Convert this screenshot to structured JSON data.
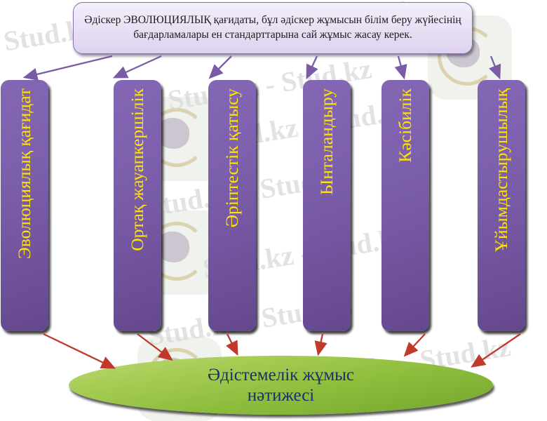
{
  "header": {
    "text": "Әдіскер ЭВОЛЮЦИЯЛЫҚ қағидаты, бұл әдіскер жұмысын білім беру жүйесінің бағдарламалары ен стандарттарына сай жұмыс жасау керек."
  },
  "principles": [
    {
      "label": "Эволюциялық қағидат"
    },
    {
      "label": "Ортақ жауапкершілік"
    },
    {
      "label": "Әріптестік қатысу"
    },
    {
      "label": "Ынталандыру"
    },
    {
      "label": "Кәсібилік"
    },
    {
      "label": "Ұйымдастырушылық"
    }
  ],
  "result": {
    "line1": "Әдістемелік жұмыс",
    "line2": "нәтижесі"
  },
  "watermark": {
    "text": "Stud.kz - Stud.kz",
    "short": "Stud.kz"
  },
  "colors": {
    "box_purple": "#7d60ad",
    "box_purple_dark": "#64488d",
    "label_yellow": "#ffe400",
    "ellipse_green": "#8cbc3c",
    "ellipse_text": "#1f2f6e",
    "arrow_purple": "#7a5ca6",
    "arrow_red": "#c0392b",
    "header_fill": "#e9e1f5",
    "header_border": "#8a6fb0",
    "watermark_gray": "#d8d8dc"
  }
}
